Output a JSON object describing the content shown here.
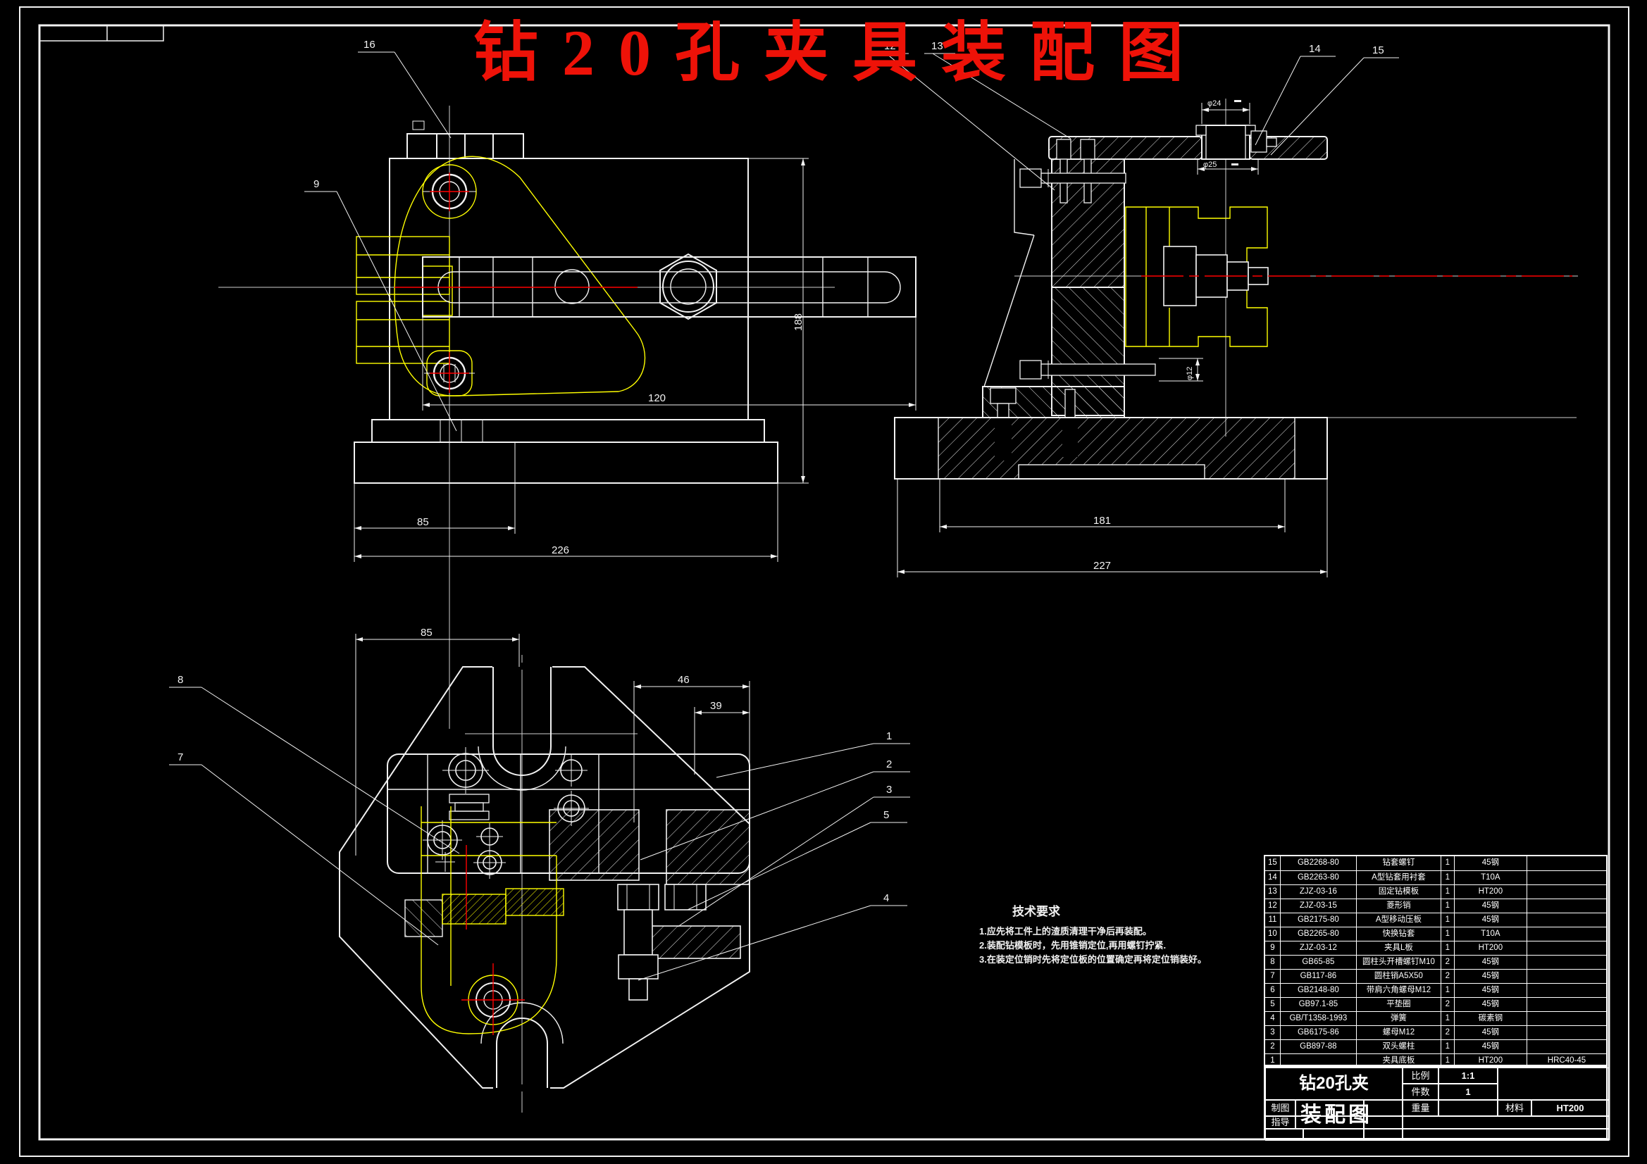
{
  "title": {
    "text": "钻20孔夹具装配图"
  },
  "colors": {
    "background": "#000000",
    "line": "#f2f2f2",
    "part_outline": "#ffff00",
    "centerline": "#ff0000",
    "title_red": "#ee1208"
  },
  "views": {
    "front": {
      "dims": {
        "d85": "85",
        "d226": "226",
        "d120": "120",
        "d188": "188"
      }
    },
    "side": {
      "dims": {
        "d181": "181",
        "d227": "227",
        "phi24": "φ24",
        "phi25": "φ25",
        "phi12": "φ12"
      }
    },
    "plan": {
      "dims": {
        "d85": "85",
        "d46": "46",
        "d39": "39"
      }
    }
  },
  "callouts": {
    "n1": "1",
    "n2": "2",
    "n3": "3",
    "n4": "4",
    "n5": "5",
    "n7": "7",
    "n8": "8",
    "n9": "9",
    "n12": "12",
    "n13": "13",
    "n14": "14",
    "n15": "15",
    "n16": "16"
  },
  "tech_requirements": {
    "title": "技术要求",
    "items": [
      "1.应先将工件上的渣质清理干净后再装配。",
      "2.装配钻模板时，先用锥销定位,再用螺钉拧紧.",
      "3.在装定位销时先将定位板的位置确定再将定位销装好。"
    ]
  },
  "bom": {
    "rows": [
      {
        "no": "15",
        "std": "GB2268-80",
        "name": "钻套螺钉",
        "qty": "1",
        "mat": "45钢",
        "note": ""
      },
      {
        "no": "14",
        "std": "GB2263-80",
        "name": "A型钻套用衬套",
        "qty": "1",
        "mat": "T10A",
        "note": ""
      },
      {
        "no": "13",
        "std": "ZJZ-03-16",
        "name": "固定钻模板",
        "qty": "1",
        "mat": "HT200",
        "note": ""
      },
      {
        "no": "12",
        "std": "ZJZ-03-15",
        "name": "菱形销",
        "qty": "1",
        "mat": "45钢",
        "note": ""
      },
      {
        "no": "11",
        "std": "GB2175-80",
        "name": "A型移动压板",
        "qty": "1",
        "mat": "45钢",
        "note": ""
      },
      {
        "no": "10",
        "std": "GB2265-80",
        "name": "快换钻套",
        "qty": "1",
        "mat": "T10A",
        "note": ""
      },
      {
        "no": "9",
        "std": "ZJZ-03-12",
        "name": "夹具L板",
        "qty": "1",
        "mat": "HT200",
        "note": ""
      },
      {
        "no": "8",
        "std": "GB65-85",
        "name": "圆柱头开槽螺钉M10",
        "qty": "2",
        "mat": "45钢",
        "note": ""
      },
      {
        "no": "7",
        "std": "GB117-86",
        "name": "圆柱销A5X50",
        "qty": "2",
        "mat": "45钢",
        "note": ""
      },
      {
        "no": "6",
        "std": "GB2148-80",
        "name": "带肩六角螺母M12",
        "qty": "1",
        "mat": "45钢",
        "note": ""
      },
      {
        "no": "5",
        "std": "GB97.1-85",
        "name": "平垫圈",
        "qty": "2",
        "mat": "45钢",
        "note": ""
      },
      {
        "no": "4",
        "std": "GB/T1358-1993",
        "name": "弹簧",
        "qty": "1",
        "mat": "碳素钢",
        "note": ""
      },
      {
        "no": "3",
        "std": "GB6175-86",
        "name": "螺母M12",
        "qty": "2",
        "mat": "45钢",
        "note": ""
      },
      {
        "no": "2",
        "std": "GB897-88",
        "name": "双头螺柱",
        "qty": "1",
        "mat": "45钢",
        "note": ""
      },
      {
        "no": "1",
        "std": "",
        "name": "夹具底板",
        "qty": "1",
        "mat": "HT200",
        "note": "HRC40-45"
      }
    ]
  },
  "title_block": {
    "product": "钻20孔夹",
    "assembly": "装配图",
    "scale_label": "比例",
    "scale": "1:1",
    "qty_label": "件数",
    "qty": "1",
    "weight_label": "重量",
    "material_label": "材料",
    "material": "HT200",
    "drafter_label": "制图",
    "advisor_label": "指导"
  }
}
